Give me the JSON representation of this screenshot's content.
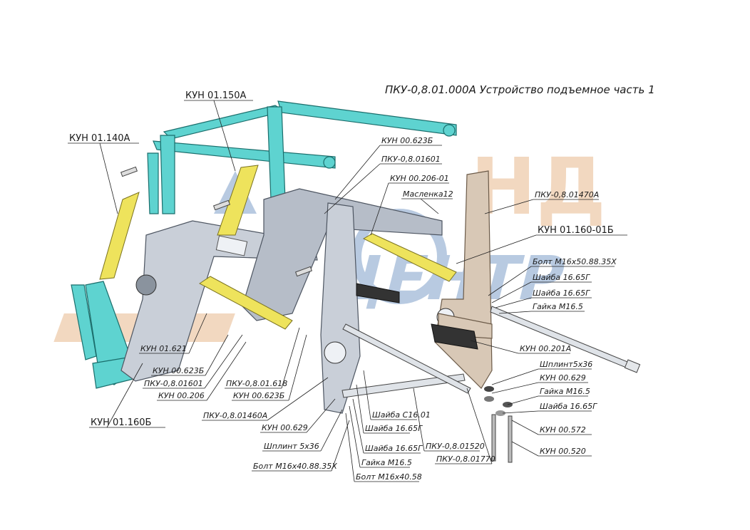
{
  "title": "ПКУ-0,8.01.000А Устройство подъемное часть 1",
  "watermark": {
    "line1": "НД",
    "line2": "ЦЕНТР",
    "colors": {
      "blue": "#7f9fc9",
      "orange": "#e7b98c"
    }
  },
  "colors": {
    "boom_frame": "#5ed3d0",
    "cylinders": "#eee35c",
    "arms": "#c9cfd8",
    "upright": "#d8c8b6"
  },
  "labels": {
    "l01": "КУН 01.150А",
    "l02": "КУН 01.140А",
    "l03": "КУН 00.623Б",
    "l04": "ПКУ-0,8.01601",
    "l05": "КУН 00.206-01",
    "l06": "Масленка12",
    "l07": "ПКУ-0,8.01470А",
    "l08": "КУН 01.160-01Б",
    "l09": "Болт М16х50.88.35Х",
    "l10": "Шайба 16.65Г",
    "l11": "Шайба 16.65Г",
    "l12": "Гайка М16.5",
    "l13": "КУН 00.201А",
    "l14": "КУН 01.621",
    "l15": "КУН 00.623Б",
    "l16": "ПКУ-0,8.01601",
    "l17": "КУН 00.206",
    "l18": "ПКУ-0,8.01.618",
    "l19": "КУН 00.623Б",
    "l20": "КУН 01.160Б",
    "l21": "ПКУ-0,8.01460А",
    "l22": "КУН 00.629",
    "l23": "Шплинт 5х36",
    "l24": "Болт М16х40.88.35Х",
    "l25": "Шайба С16.01",
    "l26": "Шайба 16.65Г",
    "l27": "Шайба 16.65Г",
    "l28": "Гайка М16.5",
    "l29": "Болт М16х40.58",
    "l30": "ПКУ-0,8.01520",
    "l31": "ПКУ-0,8.01770",
    "l32": "Шплинт5х36",
    "l33": "КУН 00.629",
    "l34": "Гайка М16.5",
    "l35": "Шайба 16.65Г",
    "l36": "КУН 00.572",
    "l37": "КУН 00.520"
  }
}
